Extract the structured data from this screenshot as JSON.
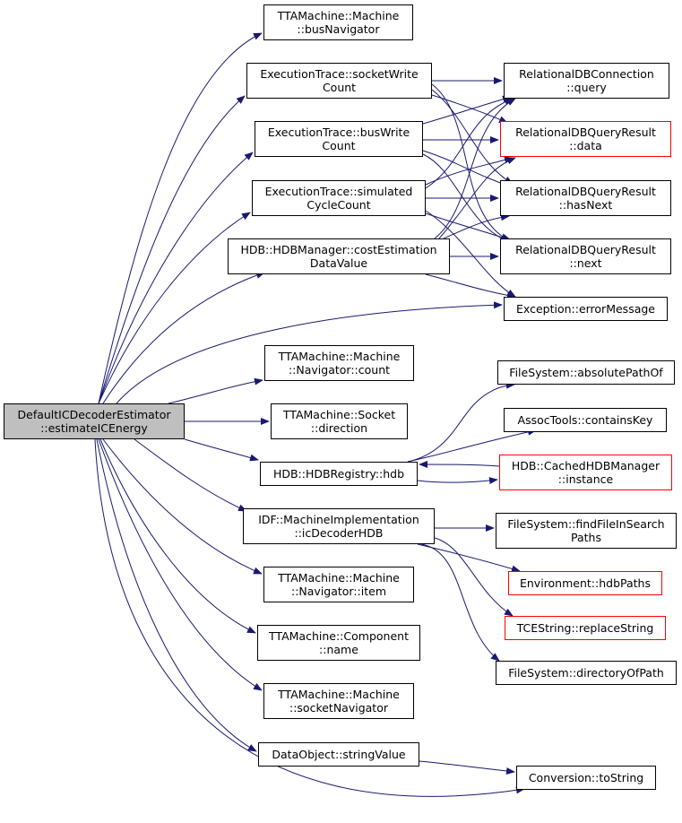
{
  "edge_color": "#191970",
  "nodes": {
    "root": {
      "label": "DefaultICDecoderEstimator\n::estimateICEnergy",
      "fill": "#bfbfbf",
      "border": "#000000"
    },
    "busNavigator": {
      "label": "TTAMachine::Machine\n::busNavigator",
      "border": "#000000"
    },
    "socketWriteCount": {
      "label": "ExecutionTrace::socketWrite\nCount",
      "border": "#000000"
    },
    "busWriteCount": {
      "label": "ExecutionTrace::busWrite\nCount",
      "border": "#000000"
    },
    "simulatedCycleCount": {
      "label": "ExecutionTrace::simulated\nCycleCount",
      "border": "#000000"
    },
    "costEstimationDataValue": {
      "label": "HDB::HDBManager::costEstimation\nDataValue",
      "border": "#000000"
    },
    "navigatorCount": {
      "label": "TTAMachine::Machine\n::Navigator::count",
      "border": "#000000"
    },
    "socketDirection": {
      "label": "TTAMachine::Socket\n::direction",
      "border": "#000000"
    },
    "hdbRegistryHdb": {
      "label": "HDB::HDBRegistry::hdb",
      "border": "#000000"
    },
    "icDecoderHDB": {
      "label": "IDF::MachineImplementation\n::icDecoderHDB",
      "border": "#000000"
    },
    "navigatorItem": {
      "label": "TTAMachine::Machine\n::Navigator::item",
      "border": "#000000"
    },
    "componentName": {
      "label": "TTAMachine::Component\n::name",
      "border": "#000000"
    },
    "socketNavigator": {
      "label": "TTAMachine::Machine\n::socketNavigator",
      "border": "#000000"
    },
    "stringValue": {
      "label": "DataObject::stringValue",
      "border": "#000000"
    },
    "dbQuery": {
      "label": "RelationalDBConnection\n::query",
      "border": "#000000"
    },
    "dbData": {
      "label": "RelationalDBQueryResult\n::data",
      "border": "#ff0000"
    },
    "dbHasNext": {
      "label": "RelationalDBQueryResult\n::hasNext",
      "border": "#000000"
    },
    "dbNext": {
      "label": "RelationalDBQueryResult\n::next",
      "border": "#000000"
    },
    "errorMessage": {
      "label": "Exception::errorMessage",
      "border": "#000000"
    },
    "absolutePathOf": {
      "label": "FileSystem::absolutePathOf",
      "border": "#000000"
    },
    "containsKey": {
      "label": "AssocTools::containsKey",
      "border": "#000000"
    },
    "cachedInstance": {
      "label": "HDB::CachedHDBManager\n::instance",
      "border": "#ff0000"
    },
    "findFileInSearchPaths": {
      "label": "FileSystem::findFileInSearch\nPaths",
      "border": "#000000"
    },
    "hdbPaths": {
      "label": "Environment::hdbPaths",
      "border": "#ff0000"
    },
    "replaceString": {
      "label": "TCEString::replaceString",
      "border": "#ff0000"
    },
    "directoryOfPath": {
      "label": "FileSystem::directoryOfPath",
      "border": "#000000"
    },
    "toString": {
      "label": "Conversion::toString",
      "border": "#000000"
    }
  }
}
